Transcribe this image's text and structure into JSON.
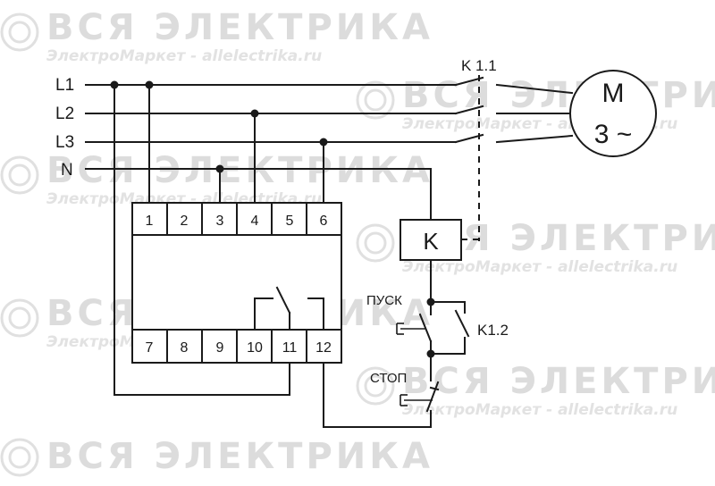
{
  "watermark": {
    "brand": "ВСЯ ЭЛЕКТРИКА",
    "site": "ЭлектроМаркет - allelectrika.ru"
  },
  "lines": {
    "l1": "L1",
    "l2": "L2",
    "l3": "L3",
    "n": "N"
  },
  "device": {
    "top_terminals": [
      "1",
      "2",
      "3",
      "4",
      "5",
      "6"
    ],
    "bottom_terminals": [
      "7",
      "8",
      "9",
      "10",
      "11",
      "12"
    ]
  },
  "contactor": {
    "main_contacts_label": "K 1.1",
    "coil_label": "K",
    "aux_contact_label": "K1.2"
  },
  "motor": {
    "label": "M",
    "phase_label": "3 ~"
  },
  "buttons": {
    "start": "ПУСК",
    "stop": "СТОП"
  }
}
